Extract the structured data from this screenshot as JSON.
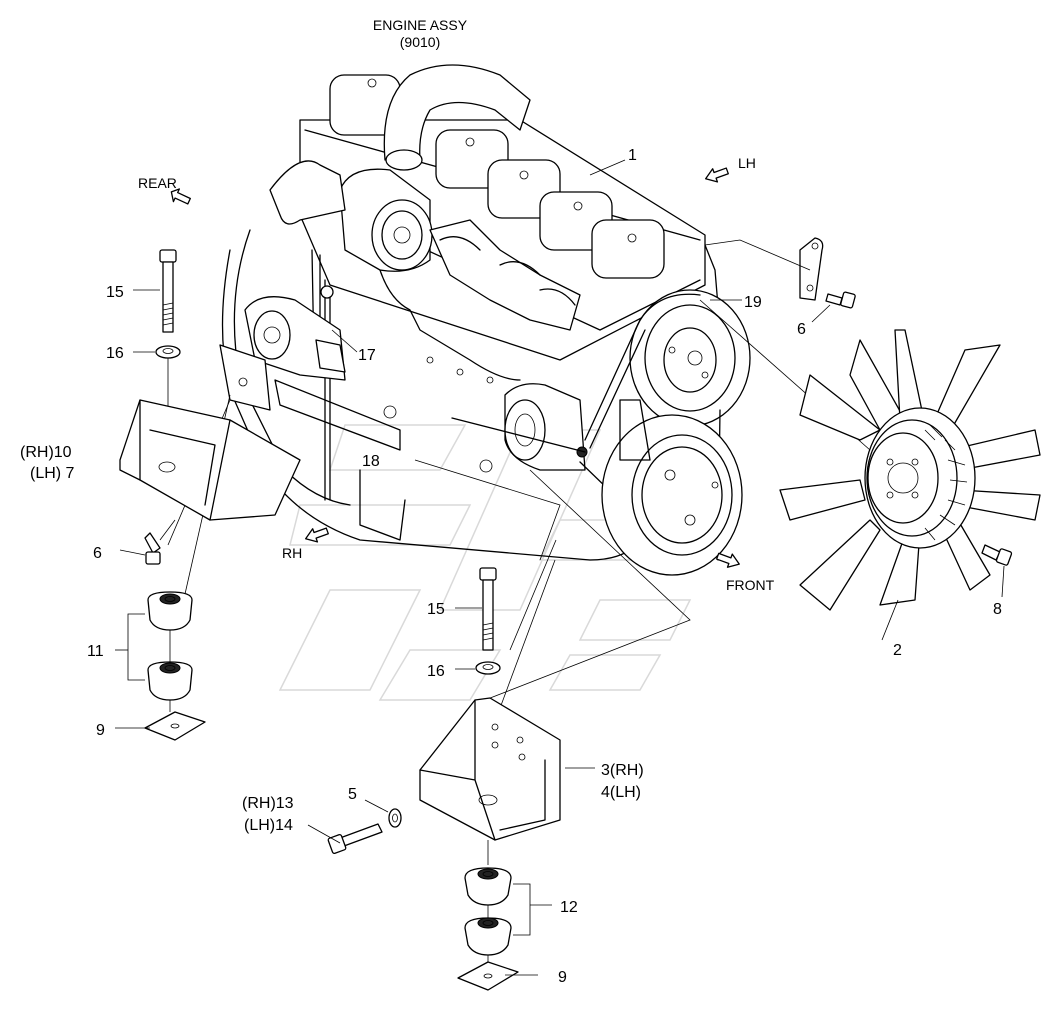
{
  "title": {
    "line1": "ENGINE ASSY",
    "line2": "(9010)"
  },
  "directions": {
    "rear": "REAR",
    "lh": "LH",
    "rh": "RH",
    "front": "FRONT"
  },
  "callouts": {
    "c1": "1",
    "c2": "2",
    "c3": "3(RH)",
    "c4": "4(LH)",
    "c5": "5",
    "c6a": "6",
    "c6b": "6",
    "c8": "8",
    "c9a": "9",
    "c9b": "9",
    "c10": "(RH)10",
    "c7": "(LH) 7",
    "c11": "11",
    "c12": "12",
    "c13": "(RH)13",
    "c14": "(LH)14",
    "c15a": "15",
    "c15b": "15",
    "c16a": "16",
    "c16b": "16",
    "c17": "17",
    "c18": "18",
    "c19": "19"
  }
}
